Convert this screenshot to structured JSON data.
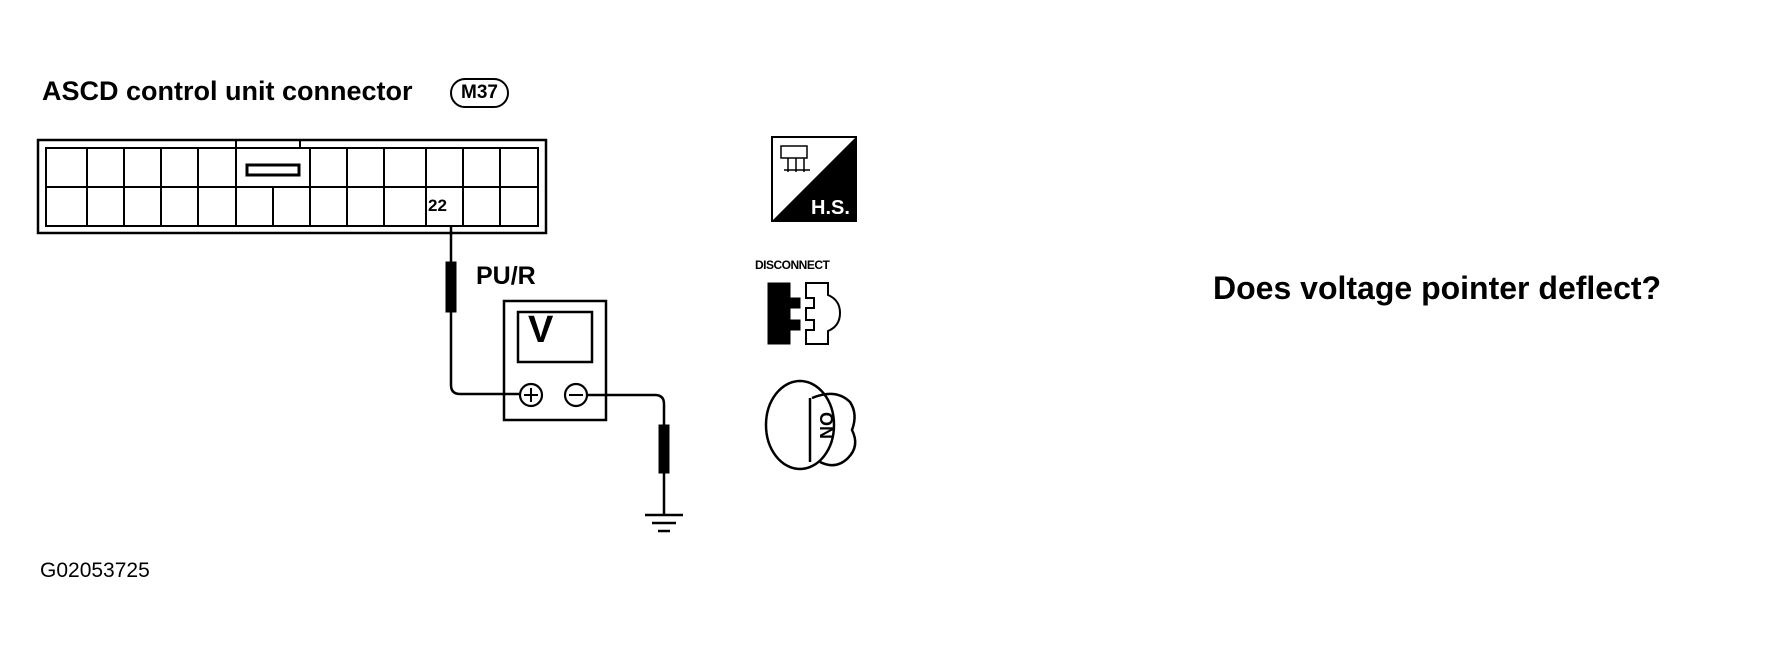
{
  "connector": {
    "title": "ASCD control unit connector",
    "id": "M37",
    "pin": "22"
  },
  "circuit": {
    "wire_color": "PU/R",
    "meter_symbol": "V"
  },
  "icons": {
    "harness_side": {
      "name": "harness-side-icon",
      "text": "H.S."
    },
    "disconnect": {
      "name": "disconnect-icon",
      "text": "DISCONNECT"
    },
    "ignition": {
      "name": "ignition-key-icon",
      "text": "ON"
    }
  },
  "question": "Does voltage pointer deflect?",
  "figure_id": "G02053725"
}
